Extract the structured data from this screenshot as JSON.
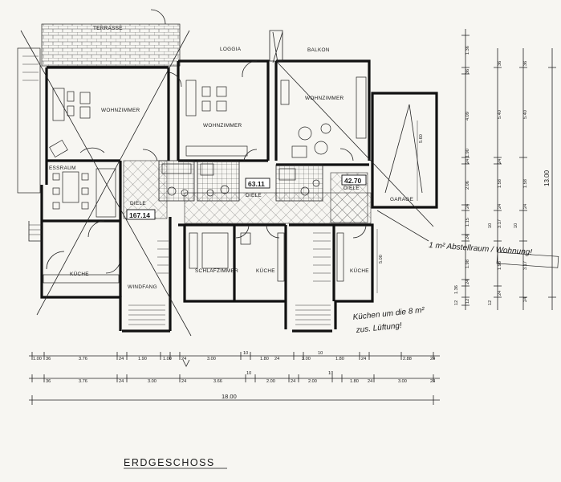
{
  "drawing": {
    "title": "ERDGESCHOSS",
    "rooms": [
      {
        "key": "terrasse",
        "label": "TERRASSE"
      },
      {
        "key": "loggia",
        "label": "LOGGIA"
      },
      {
        "key": "balkon",
        "label": "BALKON"
      },
      {
        "key": "wohnzimmer_l",
        "label": "WOHNZIMMER"
      },
      {
        "key": "wohnzimmer_m",
        "label": "WOHNZIMMER"
      },
      {
        "key": "wohnzimmer_r",
        "label": "WOHNZIMMER"
      },
      {
        "key": "essraum",
        "label": "ESSRAUM"
      },
      {
        "key": "diele_l",
        "label": "DIELE"
      },
      {
        "key": "diele_m",
        "label": "DIELE"
      },
      {
        "key": "diele_r",
        "label": "DIELE"
      },
      {
        "key": "garage",
        "label": "GARAGE"
      },
      {
        "key": "kueche_l",
        "label": "KÜCHE"
      },
      {
        "key": "kueche_m",
        "label": "KÜCHE"
      },
      {
        "key": "kueche_r",
        "label": "KÜCHE"
      },
      {
        "key": "schlafzimmer",
        "label": "SCHLAFZIMMER"
      },
      {
        "key": "windfang",
        "label": "WINDFANG"
      }
    ],
    "areas": [
      "167.14",
      "63.11",
      "42.70"
    ],
    "annotations": [
      "1 m² Abstellraum / Wohnung!",
      "Küchen um die 8 m²",
      "zus. Lüftung!"
    ],
    "dimensions": {
      "row1": [
        "1.00",
        "36",
        "3.76",
        "24",
        "1.90",
        "1.00",
        "24",
        "3.00",
        "10",
        "1.80",
        "24",
        "3.00",
        "10",
        "1.80",
        "24",
        "2.88",
        "24"
      ],
      "row2": [
        "36",
        "3.76",
        "24",
        "3.00",
        "24",
        "3.66",
        "10",
        "2.00",
        "24",
        "2.00",
        "10",
        "1.80",
        "24",
        "3.00",
        "24"
      ],
      "total": "18.00",
      "v_left": [
        "1.36",
        "36",
        "4.09",
        "24",
        "1.90",
        "2.06",
        "24",
        "1.15",
        "24",
        "1.98",
        "24",
        "1.36",
        "12",
        "12"
      ],
      "v_mid": [
        "36",
        "5.40",
        "24",
        "1.58",
        "24",
        "3.17",
        "10",
        "1.98",
        "12",
        "24"
      ],
      "v_right": [
        "36",
        "5.40",
        "1.58",
        "24",
        "3.17",
        "10",
        "24"
      ],
      "garage": "5.60",
      "side": "5.00",
      "overall_v": "13.00"
    }
  }
}
